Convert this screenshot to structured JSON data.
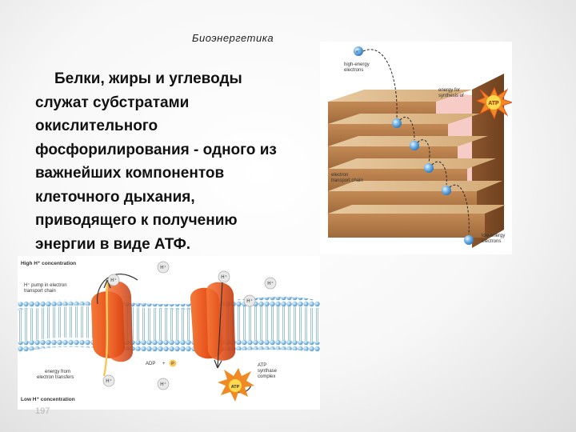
{
  "slide": {
    "title": "Биоэнергетика",
    "body_lines": [
      "Белки, жиры и углеводы",
      "служат субстратами",
      "окислительного",
      "фосфорилирования - одного из",
      "важнейших компонентов",
      "клеточного дыхания,",
      "приводящего к получению",
      "энергии в виде АТФ."
    ],
    "page_number": "197"
  },
  "stairs_figure": {
    "high_energy_1": "high-energy",
    "high_energy_2": "electrons",
    "energy_1": "energy for",
    "energy_2": "synthesis of",
    "atp": "ATP",
    "etc_1": "electron",
    "etc_2": "transport chain",
    "low_energy_1": "low-energy",
    "low_energy_2": "electrons",
    "electron_symbol": "e⁻"
  },
  "membrane_figure": {
    "high_conc": "High H⁺ concentration",
    "pump_1": "H⁺ pump in electron",
    "pump_2": "transport chain",
    "energy_1": "energy from",
    "energy_2": "electron transfers",
    "low_conc": "Low H⁺ concentration",
    "adp": "ADP",
    "plus": "+",
    "p": "P",
    "atp": "ATP",
    "synthase_1": "ATP",
    "synthase_2": "synthase",
    "synthase_3": "complex",
    "h_ion": "H⁺"
  }
}
